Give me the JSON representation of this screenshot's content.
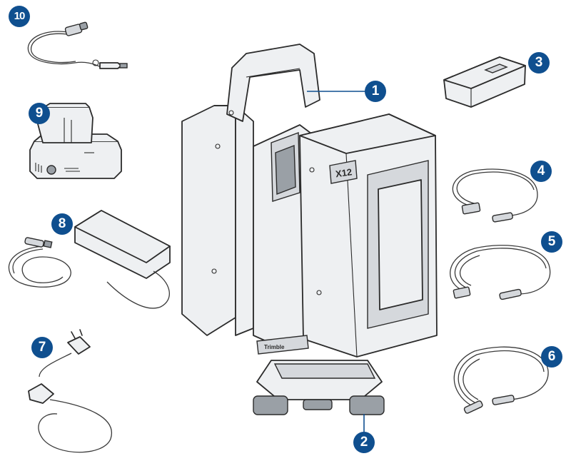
{
  "colors": {
    "callout": "#0f4f8f",
    "line": "#2b2b2b",
    "fill": "#eef0f2"
  },
  "scanner": {
    "model_label": "X12",
    "brand_label": "Trimble"
  },
  "callouts": [
    {
      "id": "1",
      "label": "1"
    },
    {
      "id": "2",
      "label": "2"
    },
    {
      "id": "3",
      "label": "3"
    },
    {
      "id": "4",
      "label": "4"
    },
    {
      "id": "5",
      "label": "5"
    },
    {
      "id": "6",
      "label": "6"
    },
    {
      "id": "7",
      "label": "7"
    },
    {
      "id": "8",
      "label": "8"
    },
    {
      "id": "9",
      "label": "9"
    },
    {
      "id": "10",
      "label": "10"
    }
  ]
}
